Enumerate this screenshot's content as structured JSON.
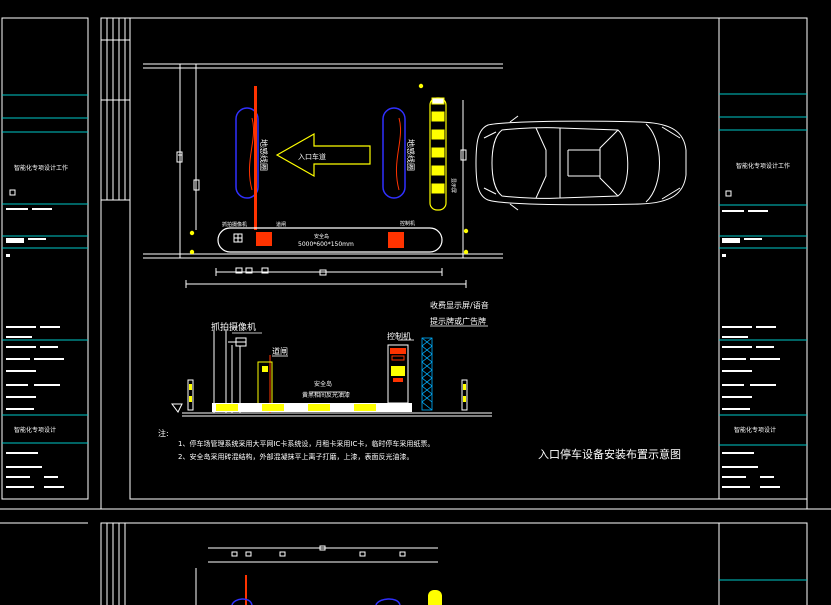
{
  "drawing": {
    "title": "入口停车设备安装布置示意图",
    "plan": {
      "arrow_label": "入口车道",
      "island_label_left": "地感线圈",
      "island_label_right": "地感线圈",
      "island_dims": "5000*600*150mm",
      "island_small_label": "安全岛",
      "label_barrier_left": "道闸",
      "label_camera_left": "抓拍摄像机",
      "label_controller": "控制机",
      "label_display_side": "显示屏"
    },
    "elevation": {
      "label_camera": "抓拍摄像机",
      "label_barrier": "道闸",
      "label_controller": "控制机",
      "label_display_line1": "收费显示屏/语音",
      "label_display_line2": "提示牌或广告牌",
      "label_island_line1": "安全岛",
      "label_island_line2": "黄黑相间反光油漆"
    },
    "notes": {
      "heading": "注:",
      "line1": "1、停车场管理系统采用大平网IC卡系统设，月租卡采用IC卡，临时停车采用纸票。",
      "line2": "2、安全岛采用砖混结构，外部混凝抹平上离子打磨，上漆，表面反光油漆。"
    },
    "title_block": {
      "left_label": "智能化专项设计工作",
      "left_label_2": "智能化专项设计",
      "right_label": "智能化专项设计工作",
      "right_label_2": "智能化专项设计"
    }
  },
  "colors": {
    "background": "#000000",
    "frame": "#ffffff",
    "cyan": "#00c8c8",
    "yellow": "#ffff00",
    "red": "#ff3300",
    "orange": "#ff6600",
    "blue": "#2020ff",
    "green": "#00b000"
  }
}
